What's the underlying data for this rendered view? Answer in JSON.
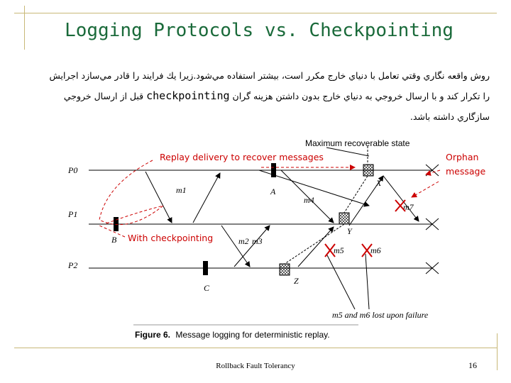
{
  "title": "Logging Protocols vs. Checkpointing",
  "body": {
    "line1": "روش واقعه نگاري وقتي تعامل با دنياي خارج مکرر است، بيشتر استفاده مي‌شود.زيرا يك فرايند را قادر مي‌سازد اجرايش",
    "line2_rtl_a": "را تكرار كند و با ارسال خروجي به دنياي خارج بدون داشتن هزينه گران",
    "line2_latin": "checkpointing",
    "line2_rtl_b": "قبل از ارسال خروجي",
    "line3": "سازگاري داشته باشد."
  },
  "diagram": {
    "processes": [
      "P0",
      "P1",
      "P2"
    ],
    "checkpoints": [
      "A",
      "B",
      "C"
    ],
    "states": [
      "X",
      "Y",
      "Z"
    ],
    "messages": [
      "m1",
      "m2",
      "m3",
      "m4",
      "m5",
      "m6",
      "m7"
    ],
    "top_label": "Maximum recoverable state",
    "bottom_label": "m5 and m6 lost upon failure",
    "caption_bold": "Figure 6.",
    "caption_rest": "Message logging for deterministic replay."
  },
  "annotations": {
    "replay": "Replay delivery to recover messages",
    "orphan_line1": "Orphan",
    "orphan_line2": "message",
    "with_checkpointing": "With checkpointing"
  },
  "footer": "Rollback Fault Tolerancy",
  "page_number": "16",
  "colors": {
    "title": "#1a6a3a",
    "annotation": "#cc0000",
    "frame": "#c8b878"
  }
}
